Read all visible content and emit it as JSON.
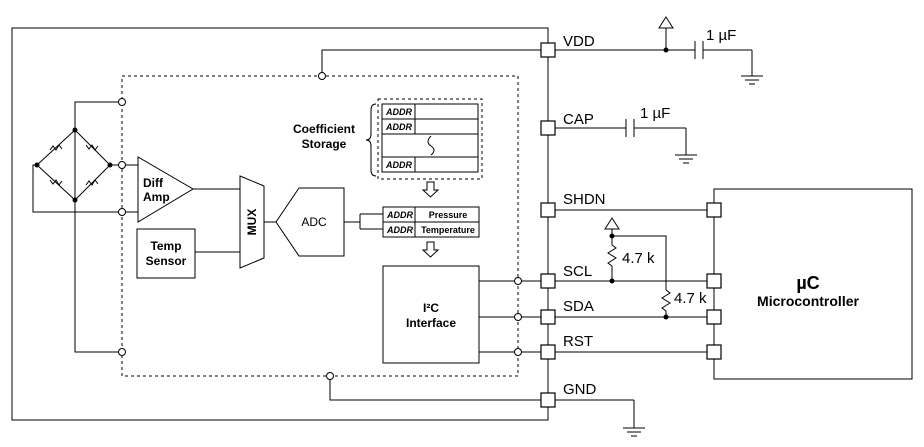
{
  "pins": {
    "vdd": "VDD",
    "cap": "CAP",
    "shdn": "SHDN",
    "scl": "SCL",
    "sda": "SDA",
    "rst": "RST",
    "gnd": "GND"
  },
  "capacitors": {
    "vdd_cap": "1 µF",
    "cap_cap": "1 µF"
  },
  "resistors": {
    "r_scl": "4.7 k",
    "r_sda": "4.7 k"
  },
  "blocks": {
    "diff_amp_line1": "Diff",
    "diff_amp_line2": "Amp",
    "temp_sensor_line1": "Temp",
    "temp_sensor_line2": "Sensor",
    "mux": "MUX",
    "adc": "ADC",
    "coeff_line1": "Coefficient",
    "coeff_line2": "Storage",
    "i2c_line1": "I²C",
    "i2c_line2": "Interface"
  },
  "registers": {
    "addr": "ADDR",
    "pressure": "Pressure",
    "temperature": "Temperature"
  },
  "microcontroller": {
    "symbol": "µC",
    "name": "Microcontroller"
  }
}
